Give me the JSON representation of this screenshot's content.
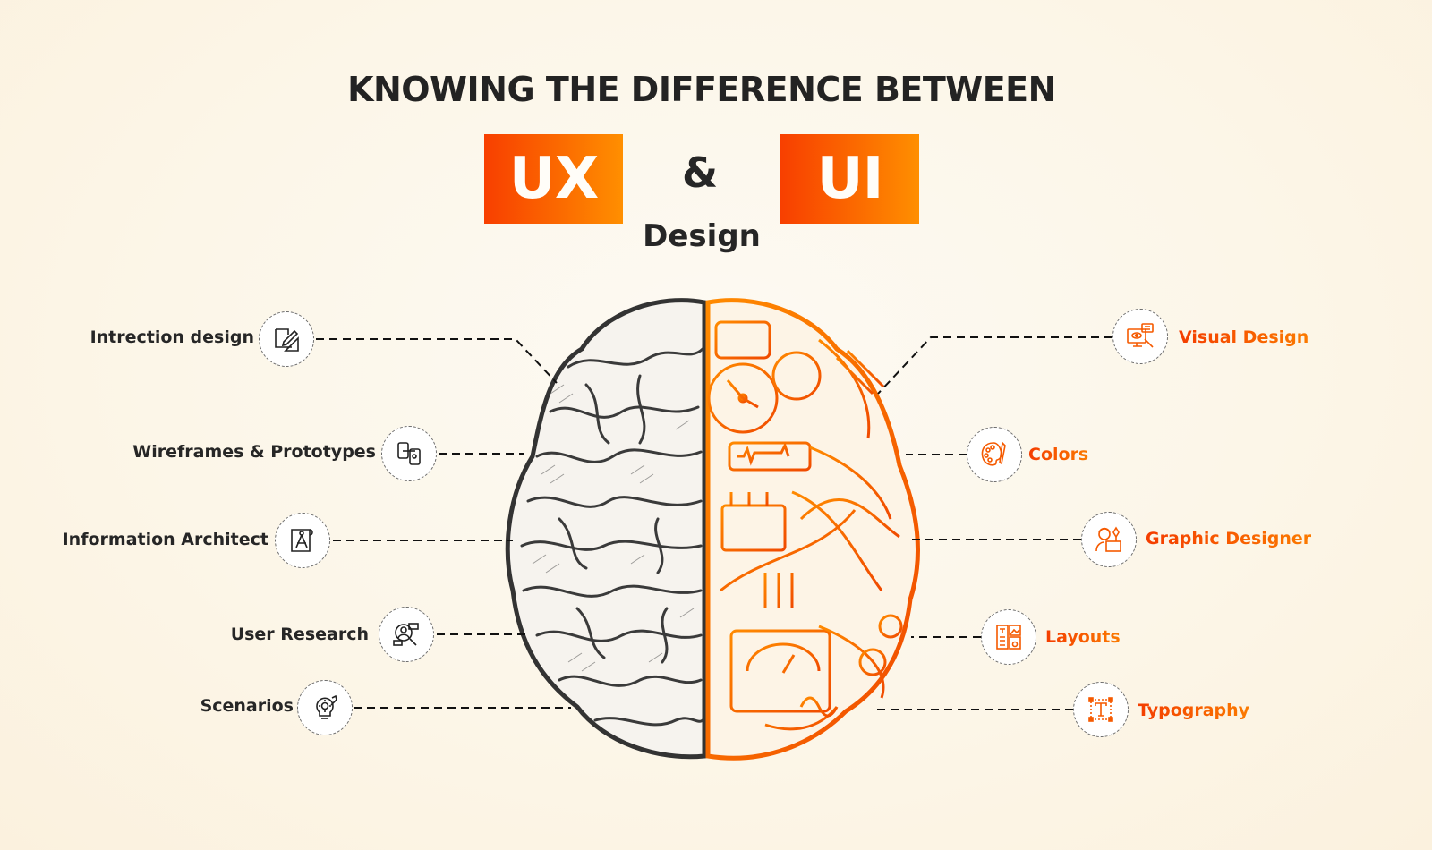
{
  "header": {
    "title": "KNOWING THE DIFFERENCE BETWEEN",
    "ux_label": "UX",
    "ampersand": "&",
    "ui_label": "UI",
    "subtitle": "Design"
  },
  "colors": {
    "accent_start": "#f83f00",
    "accent_end": "#ff8f00",
    "text_dark": "#262626",
    "background": "#fcf6e8",
    "brain_left": "#3a3a3a",
    "brain_right": "#ff7a00"
  },
  "ux_side": {
    "items": [
      {
        "label": "Intrection design",
        "icon": "drafting-tools-icon"
      },
      {
        "label": "Wireframes & Prototypes",
        "icon": "mobile-wireframe-icon"
      },
      {
        "label": "Information Architect",
        "icon": "compass-blueprint-icon"
      },
      {
        "label": "User Research",
        "icon": "user-search-icon"
      },
      {
        "label": "Scenarios",
        "icon": "lightbulb-gear-icon"
      }
    ]
  },
  "ui_side": {
    "items": [
      {
        "label": "Visual Design",
        "icon": "monitor-eye-icon"
      },
      {
        "label": "Colors",
        "icon": "paint-palette-icon"
      },
      {
        "label": "Graphic Designer",
        "icon": "designer-pen-icon"
      },
      {
        "label": "Layouts",
        "icon": "layout-grid-icon"
      },
      {
        "label": "Typography",
        "icon": "text-type-icon"
      }
    ]
  }
}
